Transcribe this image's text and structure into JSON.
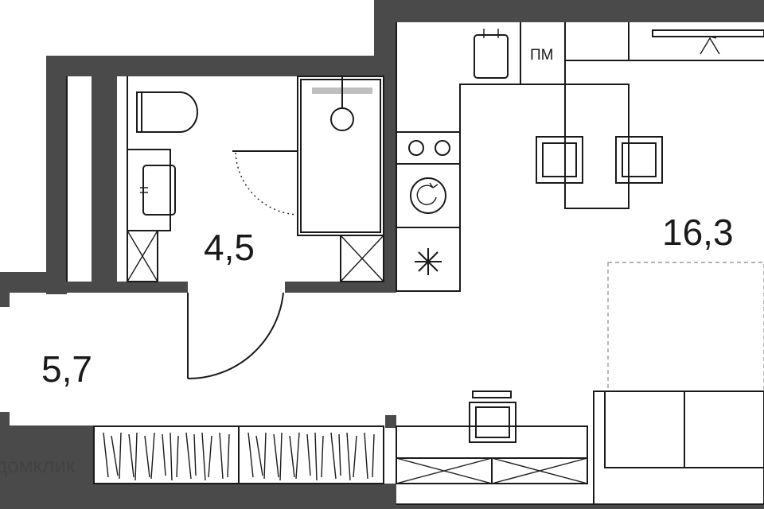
{
  "rooms": {
    "bathroom_area": "4,5",
    "hallway_area": "5,7",
    "living_area": "16,3"
  },
  "kitchen": {
    "pm_label": "ПМ"
  },
  "watermark": {
    "text": "домклик"
  },
  "colors": {
    "wall": "#4a4a4a",
    "line": "#1a1a1a",
    "background": "#ffffff"
  }
}
